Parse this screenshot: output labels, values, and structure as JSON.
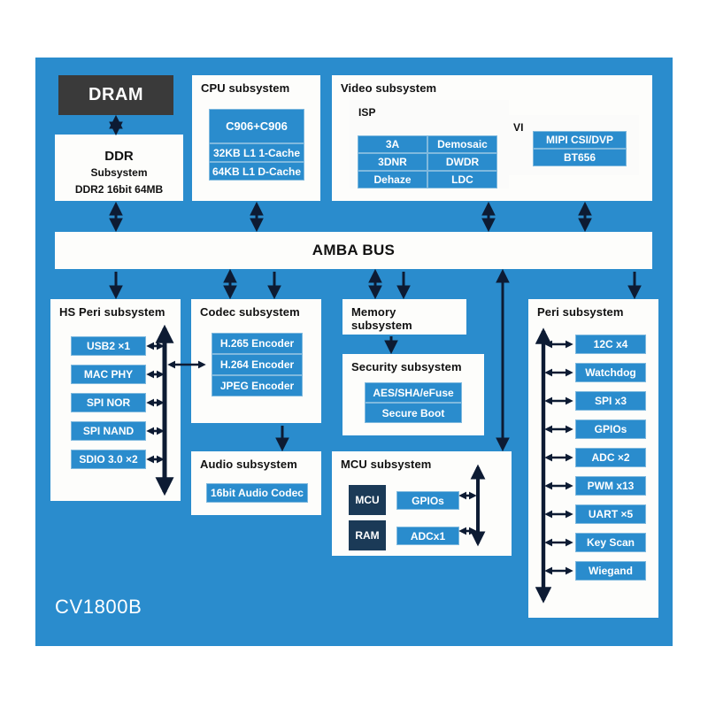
{
  "diagram": {
    "chip_label": "CV1800B",
    "bus": {
      "label": "AMBA BUS"
    },
    "external": {
      "dram": "DRAM"
    },
    "blocks": {
      "ddr": {
        "line1": "DDR",
        "line2": "Subsystem",
        "line3": "DDR2 16bit 64MB"
      },
      "cpu": {
        "title": "CPU subsystem",
        "core": "C906+C906",
        "icache": "32KB L1 1-Cache",
        "dcache": "64KB L1 D-Cache"
      },
      "video": {
        "title": "Video subsystem",
        "isp": {
          "title": "ISP",
          "items": [
            "3A",
            "Demosaic",
            "3DNR",
            "DWDR",
            "Dehaze",
            "LDC"
          ]
        },
        "vi": {
          "title": "VI",
          "items": [
            "MIPI CSI/DVP",
            "BT656"
          ]
        }
      },
      "hs_peri": {
        "title": "HS Peri subsystem",
        "items": [
          "USB2 ×1",
          "MAC PHY",
          "SPI NOR",
          "SPI NAND",
          "SDIO 3.0 ×2"
        ]
      },
      "codec": {
        "title": "Codec subsystem",
        "items": [
          "H.265 Encoder",
          "H.264 Encoder",
          "JPEG Encoder"
        ]
      },
      "audio": {
        "title": "Audio subsystem",
        "items": [
          "16bit Audio Codec"
        ]
      },
      "memory": {
        "title_line1": "Memory",
        "title_line2": "subsystem"
      },
      "security": {
        "title": "Security subsystem",
        "items": [
          "AES/SHA/eFuse",
          "Secure Boot"
        ]
      },
      "mcu": {
        "title": "MCU subsystem",
        "mcu": "MCU",
        "ram": "RAM",
        "gpios": "GPIOs",
        "adc": "ADCx1"
      },
      "peri": {
        "title": "Peri subsystem",
        "items": [
          "12C x4",
          "Watchdog",
          "SPI x3",
          "GPIOs",
          "ADC ×2",
          "PWM x13",
          "UART ×5",
          "Key Scan",
          "Wiegand"
        ]
      }
    },
    "colors": {
      "canvas_blue": "#2a8ccd",
      "box_white": "#fdfdfb",
      "chip_blue": "#2a8ccd",
      "chip_border": "#7fb9de",
      "dram_dark": "#3a3a3a",
      "navy": "#1b3a57",
      "arrow": "#0d1b33"
    }
  }
}
